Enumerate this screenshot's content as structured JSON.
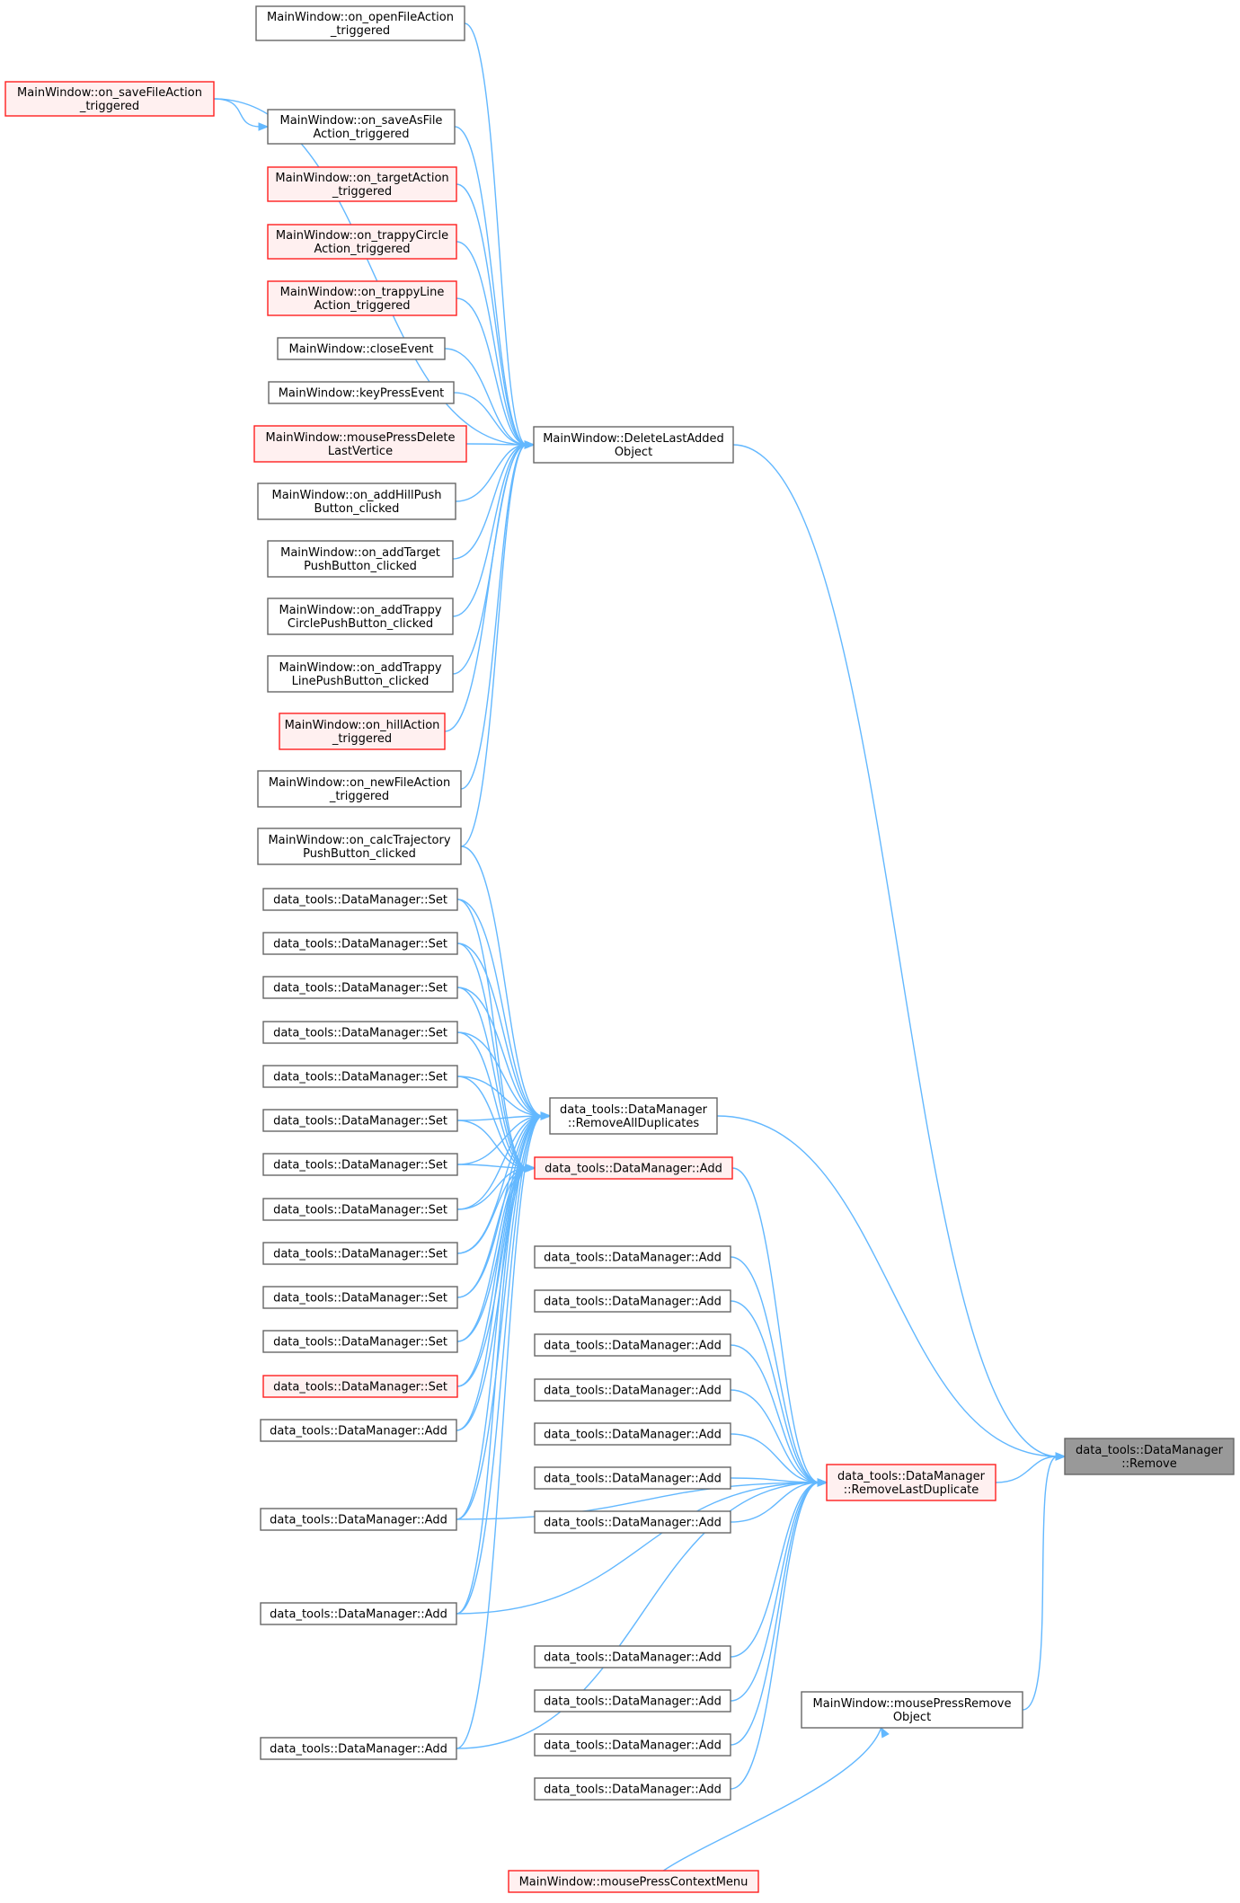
{
  "colors": {
    "edge": "#63b8ff",
    "node_border": "#666666",
    "highlight_border": "#ff2020",
    "highlight_fill": "#fff0f0",
    "target_fill": "#999999"
  },
  "nodes": [
    {
      "id": "n_openFile",
      "lines": [
        "MainWindow::on_openFileAction",
        "_triggered"
      ],
      "style": "plain"
    },
    {
      "id": "n_saveFile",
      "lines": [
        "MainWindow::on_saveFileAction",
        "_triggered"
      ],
      "style": "red"
    },
    {
      "id": "n_saveAs",
      "lines": [
        "MainWindow::on_saveAsFile",
        "Action_triggered"
      ],
      "style": "plain"
    },
    {
      "id": "n_target",
      "lines": [
        "MainWindow::on_targetAction",
        "_triggered"
      ],
      "style": "red"
    },
    {
      "id": "n_trappyCircle",
      "lines": [
        "MainWindow::on_trappyCircle",
        "Action_triggered"
      ],
      "style": "red"
    },
    {
      "id": "n_trappyLine",
      "lines": [
        "MainWindow::on_trappyLine",
        "Action_triggered"
      ],
      "style": "red"
    },
    {
      "id": "n_closeEvent",
      "lines": [
        "MainWindow::closeEvent"
      ],
      "style": "plain"
    },
    {
      "id": "n_keyPress",
      "lines": [
        "MainWindow::keyPressEvent"
      ],
      "style": "plain"
    },
    {
      "id": "n_mouseDel",
      "lines": [
        "MainWindow::mousePressDelete",
        "LastVertice"
      ],
      "style": "red"
    },
    {
      "id": "n_addHill",
      "lines": [
        "MainWindow::on_addHillPush",
        "Button_clicked"
      ],
      "style": "plain"
    },
    {
      "id": "n_addTarget",
      "lines": [
        "MainWindow::on_addTarget",
        "PushButton_clicked"
      ],
      "style": "plain"
    },
    {
      "id": "n_addTrappyCircle",
      "lines": [
        "MainWindow::on_addTrappy",
        "CirclePushButton_clicked"
      ],
      "style": "plain"
    },
    {
      "id": "n_addTrappyLine",
      "lines": [
        "MainWindow::on_addTrappy",
        "LinePushButton_clicked"
      ],
      "style": "plain"
    },
    {
      "id": "n_hill",
      "lines": [
        "MainWindow::on_hillAction",
        "_triggered"
      ],
      "style": "red"
    },
    {
      "id": "n_newFile",
      "lines": [
        "MainWindow::on_newFileAction",
        "_triggered"
      ],
      "style": "plain"
    },
    {
      "id": "n_calcTraj",
      "lines": [
        "MainWindow::on_calcTrajectory",
        "PushButton_clicked"
      ],
      "style": "plain"
    },
    {
      "id": "n_set1",
      "lines": [
        "data_tools::DataManager::Set"
      ],
      "style": "plain"
    },
    {
      "id": "n_set2",
      "lines": [
        "data_tools::DataManager::Set"
      ],
      "style": "plain"
    },
    {
      "id": "n_set3",
      "lines": [
        "data_tools::DataManager::Set"
      ],
      "style": "plain"
    },
    {
      "id": "n_set4",
      "lines": [
        "data_tools::DataManager::Set"
      ],
      "style": "plain"
    },
    {
      "id": "n_set5",
      "lines": [
        "data_tools::DataManager::Set"
      ],
      "style": "plain"
    },
    {
      "id": "n_set6",
      "lines": [
        "data_tools::DataManager::Set"
      ],
      "style": "plain"
    },
    {
      "id": "n_set7",
      "lines": [
        "data_tools::DataManager::Set"
      ],
      "style": "plain"
    },
    {
      "id": "n_set8",
      "lines": [
        "data_tools::DataManager::Set"
      ],
      "style": "plain"
    },
    {
      "id": "n_set9",
      "lines": [
        "data_tools::DataManager::Set"
      ],
      "style": "plain"
    },
    {
      "id": "n_set10",
      "lines": [
        "data_tools::DataManager::Set"
      ],
      "style": "plain"
    },
    {
      "id": "n_set11",
      "lines": [
        "data_tools::DataManager::Set"
      ],
      "style": "plain"
    },
    {
      "id": "n_set12",
      "lines": [
        "data_tools::DataManager::Set"
      ],
      "style": "red"
    },
    {
      "id": "n_addL1",
      "lines": [
        "data_tools::DataManager::Add"
      ],
      "style": "plain"
    },
    {
      "id": "n_addL2",
      "lines": [
        "data_tools::DataManager::Add"
      ],
      "style": "plain"
    },
    {
      "id": "n_addL3",
      "lines": [
        "data_tools::DataManager::Add"
      ],
      "style": "plain"
    },
    {
      "id": "n_addL4",
      "lines": [
        "data_tools::DataManager::Add"
      ],
      "style": "plain"
    },
    {
      "id": "n_deleteLast",
      "lines": [
        "MainWindow::DeleteLastAdded",
        "Object"
      ],
      "style": "plain"
    },
    {
      "id": "n_removeAll",
      "lines": [
        "data_tools::DataManager",
        "::RemoveAllDuplicates"
      ],
      "style": "plain"
    },
    {
      "id": "n_addRed",
      "lines": [
        "data_tools::DataManager::Add"
      ],
      "style": "red"
    },
    {
      "id": "n_addM1",
      "lines": [
        "data_tools::DataManager::Add"
      ],
      "style": "plain"
    },
    {
      "id": "n_addM2",
      "lines": [
        "data_tools::DataManager::Add"
      ],
      "style": "plain"
    },
    {
      "id": "n_addM3",
      "lines": [
        "data_tools::DataManager::Add"
      ],
      "style": "plain"
    },
    {
      "id": "n_addM4",
      "lines": [
        "data_tools::DataManager::Add"
      ],
      "style": "plain"
    },
    {
      "id": "n_addM5",
      "lines": [
        "data_tools::DataManager::Add"
      ],
      "style": "plain"
    },
    {
      "id": "n_addM6",
      "lines": [
        "data_tools::DataManager::Add"
      ],
      "style": "plain"
    },
    {
      "id": "n_addM7",
      "lines": [
        "data_tools::DataManager::Add"
      ],
      "style": "plain"
    },
    {
      "id": "n_addM8",
      "lines": [
        "data_tools::DataManager::Add"
      ],
      "style": "plain"
    },
    {
      "id": "n_addM9",
      "lines": [
        "data_tools::DataManager::Add"
      ],
      "style": "plain"
    },
    {
      "id": "n_addM10",
      "lines": [
        "data_tools::DataManager::Add"
      ],
      "style": "plain"
    },
    {
      "id": "n_addM11",
      "lines": [
        "data_tools::DataManager::Add"
      ],
      "style": "plain"
    },
    {
      "id": "n_mouseRemove",
      "lines": [
        "MainWindow::mousePressRemove",
        "Object"
      ],
      "style": "plain"
    },
    {
      "id": "n_mouseContext",
      "lines": [
        "MainWindow::mousePressContextMenu"
      ],
      "style": "red"
    },
    {
      "id": "n_removeLast",
      "lines": [
        "data_tools::DataManager",
        "::RemoveLastDuplicate"
      ],
      "style": "red"
    },
    {
      "id": "n_remove",
      "lines": [
        "data_tools::DataManager",
        "::Remove"
      ],
      "style": "target"
    }
  ],
  "edges": [
    [
      "n_openFile",
      "n_deleteLast"
    ],
    [
      "n_saveFile",
      "n_deleteLast"
    ],
    [
      "n_saveFile",
      "n_saveAs"
    ],
    [
      "n_saveAs",
      "n_deleteLast"
    ],
    [
      "n_target",
      "n_deleteLast"
    ],
    [
      "n_trappyCircle",
      "n_deleteLast"
    ],
    [
      "n_trappyLine",
      "n_deleteLast"
    ],
    [
      "n_closeEvent",
      "n_deleteLast"
    ],
    [
      "n_keyPress",
      "n_deleteLast"
    ],
    [
      "n_mouseDel",
      "n_deleteLast"
    ],
    [
      "n_addHill",
      "n_deleteLast"
    ],
    [
      "n_addTarget",
      "n_deleteLast"
    ],
    [
      "n_addTrappyCircle",
      "n_deleteLast"
    ],
    [
      "n_addTrappyLine",
      "n_deleteLast"
    ],
    [
      "n_hill",
      "n_deleteLast"
    ],
    [
      "n_newFile",
      "n_deleteLast"
    ],
    [
      "n_calcTraj",
      "n_deleteLast"
    ],
    [
      "n_calcTraj",
      "n_removeAll"
    ],
    [
      "n_set1",
      "n_removeAll"
    ],
    [
      "n_set2",
      "n_removeAll"
    ],
    [
      "n_set3",
      "n_removeAll"
    ],
    [
      "n_set4",
      "n_removeAll"
    ],
    [
      "n_set5",
      "n_removeAll"
    ],
    [
      "n_set6",
      "n_removeAll"
    ],
    [
      "n_set7",
      "n_removeAll"
    ],
    [
      "n_set8",
      "n_removeAll"
    ],
    [
      "n_set9",
      "n_removeAll"
    ],
    [
      "n_set10",
      "n_removeAll"
    ],
    [
      "n_set11",
      "n_removeAll"
    ],
    [
      "n_set12",
      "n_removeAll"
    ],
    [
      "n_addL1",
      "n_removeAll"
    ],
    [
      "n_addL2",
      "n_removeAll"
    ],
    [
      "n_addL3",
      "n_removeAll"
    ],
    [
      "n_addL4",
      "n_removeAll"
    ],
    [
      "n_set1",
      "n_addRed"
    ],
    [
      "n_set2",
      "n_addRed"
    ],
    [
      "n_set3",
      "n_addRed"
    ],
    [
      "n_set4",
      "n_addRed"
    ],
    [
      "n_set5",
      "n_addRed"
    ],
    [
      "n_set6",
      "n_addRed"
    ],
    [
      "n_set7",
      "n_addRed"
    ],
    [
      "n_set8",
      "n_addRed"
    ],
    [
      "n_set9",
      "n_addRed"
    ],
    [
      "n_set10",
      "n_addRed"
    ],
    [
      "n_set11",
      "n_addRed"
    ],
    [
      "n_set12",
      "n_addRed"
    ],
    [
      "n_addL1",
      "n_addRed"
    ],
    [
      "n_addL2",
      "n_addRed"
    ],
    [
      "n_addL3",
      "n_addRed"
    ],
    [
      "n_addRed",
      "n_removeLast"
    ],
    [
      "n_addL2",
      "n_removeLast"
    ],
    [
      "n_addL3",
      "n_removeLast"
    ],
    [
      "n_addL4",
      "n_removeLast"
    ],
    [
      "n_addM1",
      "n_removeLast"
    ],
    [
      "n_addM2",
      "n_removeLast"
    ],
    [
      "n_addM3",
      "n_removeLast"
    ],
    [
      "n_addM4",
      "n_removeLast"
    ],
    [
      "n_addM5",
      "n_removeLast"
    ],
    [
      "n_addM6",
      "n_removeLast"
    ],
    [
      "n_addM7",
      "n_removeLast"
    ],
    [
      "n_addM8",
      "n_removeLast"
    ],
    [
      "n_addM9",
      "n_removeLast"
    ],
    [
      "n_addM10",
      "n_removeLast"
    ],
    [
      "n_addM11",
      "n_removeLast"
    ],
    [
      "n_deleteLast",
      "n_remove"
    ],
    [
      "n_removeAll",
      "n_remove"
    ],
    [
      "n_removeLast",
      "n_remove"
    ],
    [
      "n_mouseRemove",
      "n_remove"
    ],
    [
      "n_mouseContext",
      "n_mouseRemove"
    ]
  ]
}
